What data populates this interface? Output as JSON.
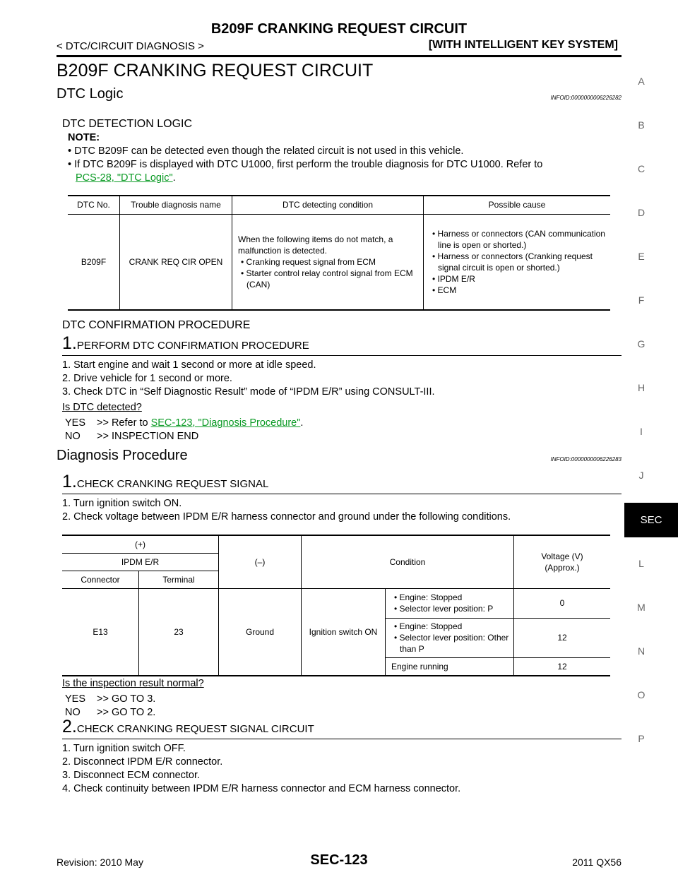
{
  "header": {
    "title": "B209F CRANKING REQUEST CIRCUIT",
    "left": "< DTC/CIRCUIT DIAGNOSIS >",
    "right": "[WITH INTELLIGENT KEY SYSTEM]"
  },
  "main_title": "B209F CRANKING REQUEST CIRCUIT",
  "dtc_logic": {
    "heading": "DTC Logic",
    "infoid": "INFOID:0000000006226282",
    "detection_heading": "DTC DETECTION LOGIC",
    "note_label": "NOTE:",
    "note1": "DTC B209F can be detected even though the related circuit is not used in this vehicle.",
    "note2": "If DTC B209F is displayed with DTC U1000, first perform the trouble diagnosis for DTC U1000. Refer to",
    "note2_link": "PCS-28, \"DTC Logic\"",
    "note2_end": ".",
    "table": {
      "headers": [
        "DTC No.",
        "Trouble diagnosis name",
        "DTC detecting condition",
        "Possible cause"
      ],
      "dtc_no": "B209F",
      "name": "CRANK REQ CIR OPEN",
      "condition_intro": "When the following items do not match, a malfunction is detected.",
      "condition_items": [
        "Cranking request signal from ECM",
        "Starter control relay control signal from ECM (CAN)"
      ],
      "causes": [
        "Harness or connectors (CAN communication line is open or shorted.)",
        "Harness or connectors (Cranking request signal circuit is open or shorted.)",
        "IPDM E/R",
        "ECM"
      ]
    }
  },
  "dtc_confirmation": {
    "heading": "DTC CONFIRMATION PROCEDURE",
    "step_num": "1.",
    "step_title": "PERFORM DTC CONFIRMATION PROCEDURE",
    "items": [
      "1. Start engine and wait 1 second or more at idle speed.",
      "2. Drive vehicle for 1 second or more.",
      "3. Check DTC in “Self Diagnostic Result” mode of “IPDM E/R” using CONSULT-III."
    ],
    "question": "Is DTC detected?",
    "yes_label": "YES",
    "yes_text": ">> Refer to",
    "yes_link": "SEC-123, \"Diagnosis Procedure\"",
    "yes_end": ".",
    "no_label": "NO",
    "no_text": ">> INSPECTION END"
  },
  "diagnosis": {
    "heading": "Diagnosis Procedure",
    "infoid": "INFOID:0000000006226283",
    "step1": {
      "num": "1.",
      "title": "CHECK CRANKING REQUEST SIGNAL",
      "items": [
        "1. Turn ignition switch ON.",
        "2. Check voltage between IPDM E/R harness connector and ground under the following conditions."
      ],
      "table": {
        "plus": "(+)",
        "ipdm": "IPDM E/R",
        "connector": "Connector",
        "terminal": "Terminal",
        "minus": "(–)",
        "condition": "Condition",
        "voltage": "Voltage (V)",
        "approx": "(Approx.)",
        "conn_val": "E13",
        "term_val": "23",
        "ground": "Ground",
        "ign": "Ignition switch ON",
        "row1_items": [
          "Engine: Stopped",
          "Selector lever position: P"
        ],
        "row1_v": "0",
        "row2_items": [
          "Engine: Stopped",
          "Selector lever position: Other than P"
        ],
        "row2_v": "12",
        "row3_cond": "Engine running",
        "row3_v": "12"
      },
      "question": "Is the inspection result normal?",
      "yes_label": "YES",
      "yes_text": ">> GO TO 3.",
      "no_label": "NO",
      "no_text": ">> GO TO 2."
    },
    "step2": {
      "num": "2.",
      "title": "CHECK CRANKING REQUEST SIGNAL CIRCUIT",
      "items": [
        "1. Turn ignition switch OFF.",
        "2. Disconnect IPDM E/R connector.",
        "3. Disconnect ECM connector.",
        "4. Check continuity between IPDM E/R harness connector and ECM harness connector."
      ]
    }
  },
  "side_index": [
    "A",
    "B",
    "C",
    "D",
    "E",
    "F",
    "G",
    "H",
    "I",
    "J",
    "SEC",
    "L",
    "M",
    "N",
    "O",
    "P"
  ],
  "footer": {
    "left": "Revision: 2010 May",
    "center": "SEC-123",
    "right": "2011 QX56"
  }
}
